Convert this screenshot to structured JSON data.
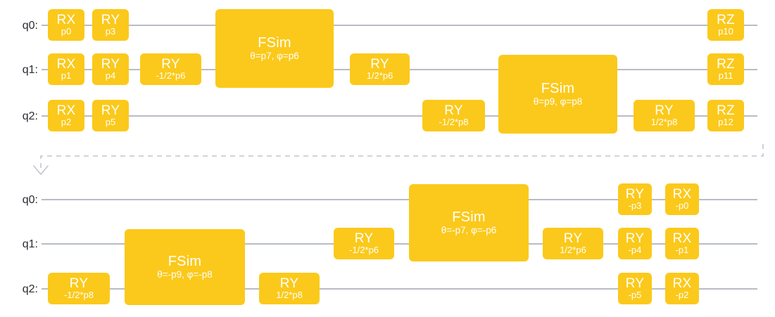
{
  "colors": {
    "gate_fill": "#fbc91b",
    "gate_text": "#ffffff",
    "wire": "#b8bcc4",
    "qubit_label": "#2b2b33",
    "connector": "#c3c6cf",
    "background": "#ffffff"
  },
  "circuits": [
    {
      "id": "original-circuit",
      "qubits": [
        {
          "label": "q0:"
        },
        {
          "label": "q1:"
        },
        {
          "label": "q2:"
        }
      ],
      "gates": [
        {
          "name": "RX",
          "param": "p0",
          "qubits": [
            0
          ],
          "span": 1
        },
        {
          "name": "RY",
          "param": "p3",
          "qubits": [
            0
          ],
          "span": 1
        },
        {
          "name": "FSim",
          "param": "θ=p7, φ=p6",
          "qubits": [
            0,
            1
          ],
          "span": 2
        },
        {
          "name": "RZ",
          "param": "p10",
          "qubits": [
            0
          ],
          "span": 1
        },
        {
          "name": "RX",
          "param": "p1",
          "qubits": [
            1
          ],
          "span": 1
        },
        {
          "name": "RY",
          "param": "p4",
          "qubits": [
            1
          ],
          "span": 1
        },
        {
          "name": "RY",
          "param": "-1/2*p6",
          "qubits": [
            1
          ],
          "span": 1
        },
        {
          "name": "RY",
          "param": "1/2*p6",
          "qubits": [
            1
          ],
          "span": 1
        },
        {
          "name": "RZ",
          "param": "p11",
          "qubits": [
            1
          ],
          "span": 1
        },
        {
          "name": "RX",
          "param": "p2",
          "qubits": [
            2
          ],
          "span": 1
        },
        {
          "name": "RY",
          "param": "p5",
          "qubits": [
            2
          ],
          "span": 1
        },
        {
          "name": "RY",
          "param": "-1/2*p8",
          "qubits": [
            2
          ],
          "span": 1
        },
        {
          "name": "FSim",
          "param": "θ=p9, φ=p8",
          "qubits": [
            1,
            2
          ],
          "span": 2
        },
        {
          "name": "RY",
          "param": "1/2*p8",
          "qubits": [
            2
          ],
          "span": 1
        },
        {
          "name": "RZ",
          "param": "p12",
          "qubits": [
            2
          ],
          "span": 1
        }
      ]
    },
    {
      "id": "inverse-circuit",
      "qubits": [
        {
          "label": "q0:"
        },
        {
          "label": "q1:"
        },
        {
          "label": "q2:"
        }
      ],
      "gates": [
        {
          "name": "RY",
          "param": "-1/2*p8",
          "qubits": [
            2
          ],
          "span": 1
        },
        {
          "name": "FSim",
          "param": "θ=-p9, φ=-p8",
          "qubits": [
            1,
            2
          ],
          "span": 2
        },
        {
          "name": "RY",
          "param": "1/2*p8",
          "qubits": [
            2
          ],
          "span": 1
        },
        {
          "name": "RY",
          "param": "-1/2*p6",
          "qubits": [
            1
          ],
          "span": 1
        },
        {
          "name": "FSim",
          "param": "θ=-p7, φ=-p6",
          "qubits": [
            0,
            1
          ],
          "span": 2
        },
        {
          "name": "RY",
          "param": "1/2*p6",
          "qubits": [
            1
          ],
          "span": 1
        },
        {
          "name": "RY",
          "param": "-p3",
          "qubits": [
            0
          ],
          "span": 1
        },
        {
          "name": "RX",
          "param": "-p0",
          "qubits": [
            0
          ],
          "span": 1
        },
        {
          "name": "RY",
          "param": "-p4",
          "qubits": [
            1
          ],
          "span": 1
        },
        {
          "name": "RX",
          "param": "-p1",
          "qubits": [
            1
          ],
          "span": 1
        },
        {
          "name": "RY",
          "param": "-p5",
          "qubits": [
            2
          ],
          "span": 1
        },
        {
          "name": "RX",
          "param": "-p2",
          "qubits": [
            2
          ],
          "span": 1
        }
      ]
    }
  ],
  "top": {
    "q_labels": {
      "q0": "q0:",
      "q1": "q1:",
      "q2": "q2:"
    },
    "gates": {
      "g0": {
        "name": "RX",
        "param": "p0"
      },
      "g1": {
        "name": "RY",
        "param": "p3"
      },
      "g2": {
        "name": "FSim",
        "param": "θ=p7, φ=p6"
      },
      "g3": {
        "name": "RZ",
        "param": "p10"
      },
      "g4": {
        "name": "RX",
        "param": "p1"
      },
      "g5": {
        "name": "RY",
        "param": "p4"
      },
      "g6": {
        "name": "RY",
        "param": "-1/2*p6"
      },
      "g7": {
        "name": "RY",
        "param": "1/2*p6"
      },
      "g8": {
        "name": "RZ",
        "param": "p11"
      },
      "g9": {
        "name": "RX",
        "param": "p2"
      },
      "g10": {
        "name": "RY",
        "param": "p5"
      },
      "g11": {
        "name": "RY",
        "param": "-1/2*p8"
      },
      "g12": {
        "name": "FSim",
        "param": "θ=p9, φ=p8"
      },
      "g13": {
        "name": "RY",
        "param": "1/2*p8"
      },
      "g14": {
        "name": "RZ",
        "param": "p12"
      }
    }
  },
  "bottom": {
    "q_labels": {
      "q0": "q0:",
      "q1": "q1:",
      "q2": "q2:"
    },
    "gates": {
      "g0": {
        "name": "RY",
        "param": "-1/2*p8"
      },
      "g1": {
        "name": "FSim",
        "param": "θ=-p9, φ=-p8"
      },
      "g2": {
        "name": "RY",
        "param": "1/2*p8"
      },
      "g3": {
        "name": "RY",
        "param": "-1/2*p6"
      },
      "g4": {
        "name": "FSim",
        "param": "θ=-p7, φ=-p6"
      },
      "g5": {
        "name": "RY",
        "param": "1/2*p6"
      },
      "g6": {
        "name": "RY",
        "param": "-p3"
      },
      "g7": {
        "name": "RX",
        "param": "-p0"
      },
      "g8": {
        "name": "RY",
        "param": "-p4"
      },
      "g9": {
        "name": "RX",
        "param": "-p1"
      },
      "g10": {
        "name": "RY",
        "param": "-p5"
      },
      "g11": {
        "name": "RX",
        "param": "-p2"
      }
    }
  }
}
